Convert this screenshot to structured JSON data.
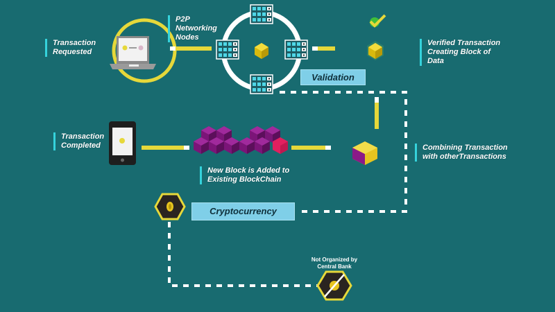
{
  "labels": {
    "transaction_requested": "Transaction\nRequested",
    "p2p_nodes": "P2P\nNetworking\nNodes",
    "verified_transaction": "Verified Transaction\nCreating Block of\nData",
    "combining_transaction": "Combining Transaction\nwith otherTransactions",
    "transaction_completed": "Transaction\nCompleted",
    "new_block": "New Block is Added to\nExisting BlockChain",
    "not_organized": "Not Organized by\nCentral Bank"
  },
  "boxes": {
    "validation": "Validation",
    "cryptocurrency": "Cryptocurrency"
  },
  "colors": {
    "background": "#186b70",
    "accent_yellow": "#e6d83a",
    "label_bar": "#35d3dc",
    "box_fill": "#7fcfe8",
    "block_purple": "#8a1a86"
  }
}
